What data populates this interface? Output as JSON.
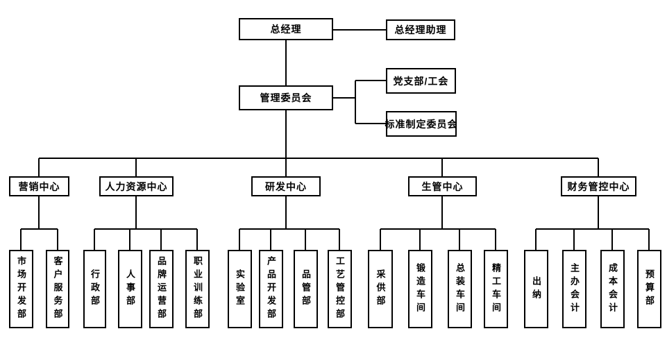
{
  "org": {
    "top": {
      "label": "总经理"
    },
    "assistant": {
      "label": "总经理助理"
    },
    "committee": {
      "label": "管理委员会"
    },
    "party_union": {
      "label": "党支部/工会"
    },
    "standards_committee": {
      "label": "标准制定委员会"
    },
    "centers": [
      {
        "label": "营销中心",
        "departments": [
          "市场开发部",
          "客户服务部"
        ]
      },
      {
        "label": "人力资源中心",
        "departments": [
          "行政部",
          "人事部",
          "品牌运营部",
          "职业训练部"
        ]
      },
      {
        "label": "研发中心",
        "departments": [
          "实验室",
          "产品开发部",
          "品管部",
          "工艺管控部"
        ]
      },
      {
        "label": "生管中心",
        "departments": [
          "采供部",
          "锻造车间",
          "总装车间",
          "精工车间"
        ]
      },
      {
        "label": "财务管控中心",
        "departments": [
          "出纳",
          "主办会计",
          "成本会计",
          "预算部"
        ]
      }
    ],
    "colors": {
      "line": "#000000",
      "box_border": "#000000",
      "background": "#ffffff",
      "text": "#000000"
    }
  }
}
